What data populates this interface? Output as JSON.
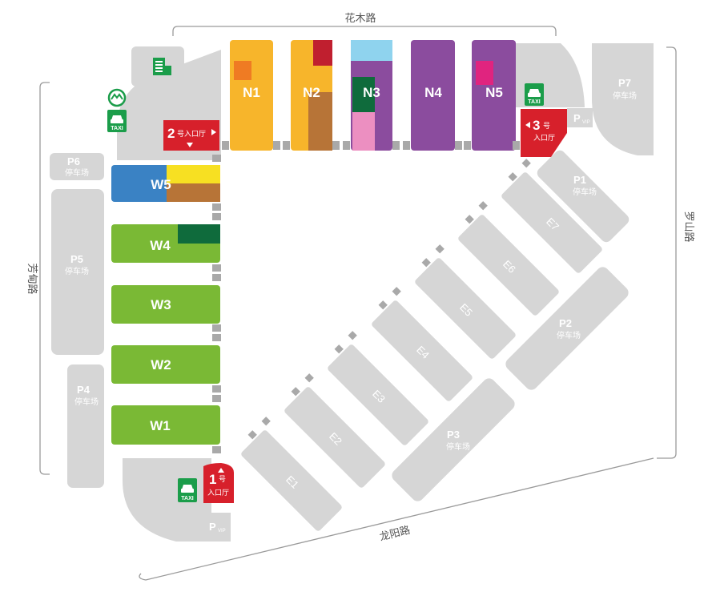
{
  "roads": {
    "north": "花木路",
    "east": "罗山路",
    "south": "龙阳路",
    "west": "芳甸路"
  },
  "parking": {
    "p1": {
      "code": "P1",
      "label": "停车场"
    },
    "p2": {
      "code": "P2",
      "label": "停车场"
    },
    "p3": {
      "code": "P3",
      "label": "停车场"
    },
    "p4": {
      "code": "P4",
      "label": "停车场"
    },
    "p5": {
      "code": "P5",
      "label": "停车场"
    },
    "p6": {
      "code": "P6",
      "label": "停车场"
    },
    "p7": {
      "code": "P7",
      "label": "停车场"
    },
    "vip": {
      "letter": "P",
      "sub": "VIP"
    }
  },
  "halls": {
    "north": [
      "N1",
      "N2",
      "N3",
      "N4",
      "N5"
    ],
    "west": [
      "W5",
      "W4",
      "W3",
      "W2",
      "W1"
    ],
    "east": [
      "E1",
      "E2",
      "E3",
      "E4",
      "E5",
      "E6",
      "E7"
    ]
  },
  "entrances": {
    "e1": {
      "num": "1",
      "hao": "号",
      "text": "入口厅"
    },
    "e2": {
      "num": "2",
      "text": "号入口厅"
    },
    "e3": {
      "num": "3",
      "hao": "号",
      "text": "入口厅"
    }
  },
  "icons": {
    "taxi_label": "TAXI"
  },
  "colors": {
    "yellow": "#f7b52b",
    "orange": "#ef7b23",
    "red": "#c01f2f",
    "brown": "#b77437",
    "purple": "#8b4c9e",
    "sky": "#8fd3ee",
    "dark_green": "#0f6b3c",
    "pink": "#ec8fc1",
    "magenta": "#e0247f",
    "blue": "#3a82c4",
    "lemon": "#f7e022",
    "lime": "#7ab935",
    "entrance_red": "#d7202b",
    "grey": "#d6d6d6",
    "metro_green": "#1b9d4a"
  }
}
